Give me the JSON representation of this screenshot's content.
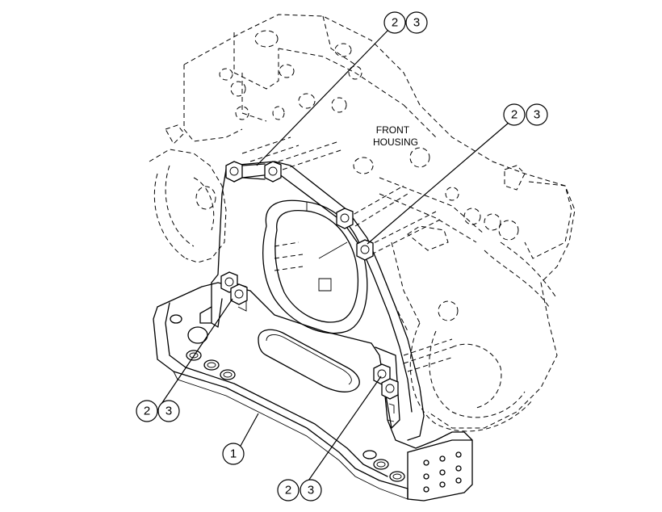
{
  "diagram": {
    "label": "FRONT\nHOUSING",
    "label_lines": [
      "FRONT",
      "HOUSING"
    ],
    "callouts": [
      {
        "id": "top",
        "numbers": [
          "2",
          "3"
        ]
      },
      {
        "id": "right",
        "numbers": [
          "2",
          "3"
        ]
      },
      {
        "id": "left",
        "numbers": [
          "2",
          "3"
        ]
      },
      {
        "id": "bottom",
        "numbers": [
          "2",
          "3"
        ]
      },
      {
        "id": "plate",
        "numbers": [
          "1"
        ]
      }
    ]
  }
}
